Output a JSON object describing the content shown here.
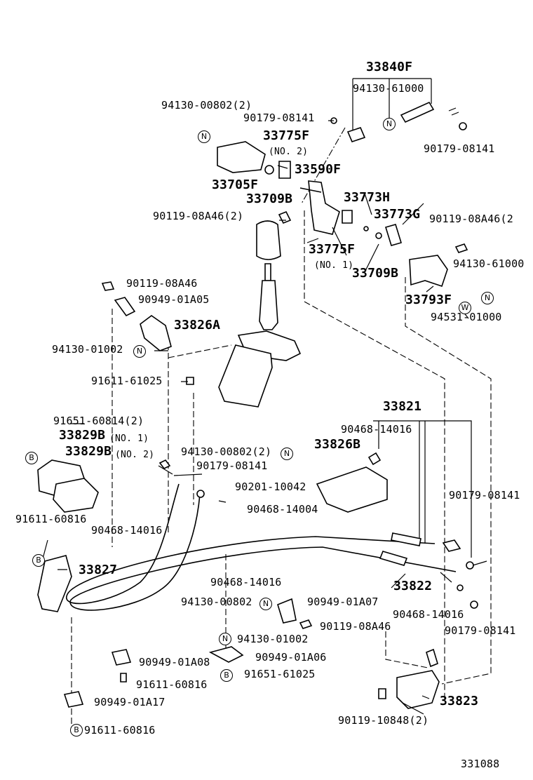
{
  "figure_id": "331088",
  "labels": {
    "p33840F": "33840F",
    "p94130_61000_a": "94130-61000",
    "p94130_00802_2a": "94130-00802(2)",
    "p90179_08141_a": "90179-08141",
    "p33775F_a": "33775F",
    "no2_a": "(NO. 2)",
    "p33590F": "33590F",
    "p90179_08141_b": "90179-08141",
    "p33705F": "33705F",
    "p33709B_a": "33709B",
    "p33773H": "33773H",
    "p90119_08A46_2a": "90119-08A46(2)",
    "p33773G": "33773G",
    "p90119_08A46_2b": "90119-08A46(2",
    "p33775F_b": "33775F",
    "no1_a": "(NO. 1)",
    "p33709B_b": "33709B",
    "p94130_61000_b": "94130-61000",
    "p90119_08A46_a": "90119-08A46",
    "p90949_01A05": "90949-01A05",
    "p33793F": "33793F",
    "p94531_01000": "94531-01000",
    "p33826A": "33826A",
    "p94130_01002_a": "94130-01002",
    "p91611_61025": "91611-61025",
    "p33821": "33821",
    "p91651_60814_2": "91651-60814(2)",
    "p90468_14016_a": "90468-14016",
    "p33829B_1": "33829B",
    "no1_b": "(NO. 1)",
    "p33826B": "33826B",
    "p33829B_2": "33829B",
    "no2_b": "(NO. 2)",
    "p94130_00802_2b": "94130-00802(2)",
    "p90179_08141_c": "90179-08141",
    "p90179_08141_d": "90179-08141",
    "p90201_10042": "90201-10042",
    "p90468_14004": "90468-14004",
    "p91611_60816_a": "91611-60816",
    "p90468_14016_b": "90468-14016",
    "p33827": "33827",
    "p90468_14016_c": "90468-14016",
    "p33822": "33822",
    "p94130_00802": "94130-00802",
    "p90949_01A07": "90949-01A07",
    "p90468_14016_d": "90468-14016",
    "p90119_08A46_b": "90119-08A46",
    "p90179_08141_e": "90179-08141",
    "p94130_01002_b": "94130-01002",
    "p90949_01A08": "90949-01A08",
    "p90949_01A06": "90949-01A06",
    "p91611_60816_b": "91611-60816",
    "p91651_61025": "91651-61025",
    "p90949_01A17": "90949-01A17",
    "p33823": "33823",
    "p90119_10848_2": "90119-10848(2)",
    "p91611_60816_c": "91611-60816"
  },
  "markers": {
    "n": "N",
    "w": "W",
    "b": "B"
  }
}
